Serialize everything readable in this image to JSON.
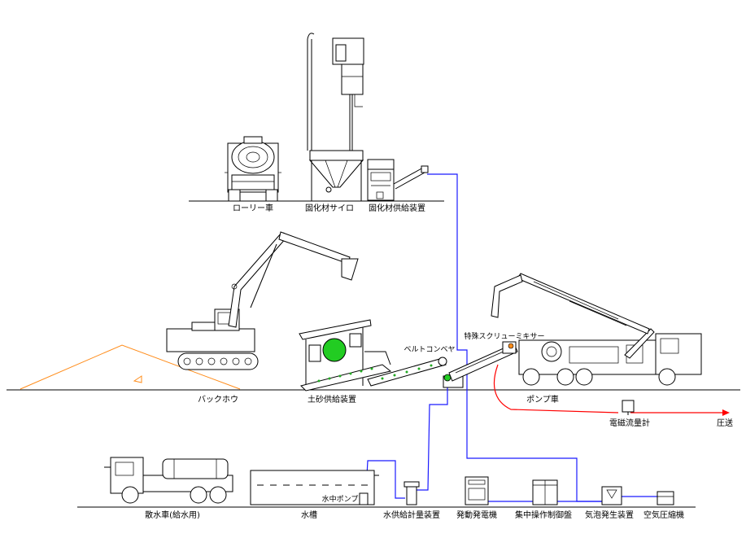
{
  "labels": {
    "lorry": "ローリー車",
    "silo": "固化材サイロ",
    "binder_feeder": "固化材供給装置",
    "backhoe": "バックホウ",
    "soil_feeder": "土砂供給装置",
    "belt_conveyor": "ベルトコンベヤ",
    "special_mixer": "特殊スクリューミキサー",
    "pump_truck": "ポンプ車",
    "flow_meter": "電磁流量計",
    "pressure_out": "圧送",
    "sprinkler_truck": "散水車(給水用)",
    "water_tank": "水槽",
    "submersible_pump": "水中ポンプ",
    "water_metering": "水供給計量装置",
    "generator": "発動発電機",
    "control_panel": "集中操作制御盤",
    "foam_generator": "気泡発生装置",
    "compressor": "空気圧縮機"
  },
  "colors": {
    "lines": "#000000",
    "water_pipe": "#1a1aff",
    "pressure_pipe": "#ff0000",
    "soil_pile": "#ff8c1a",
    "mixer_green": "#22cc22"
  }
}
